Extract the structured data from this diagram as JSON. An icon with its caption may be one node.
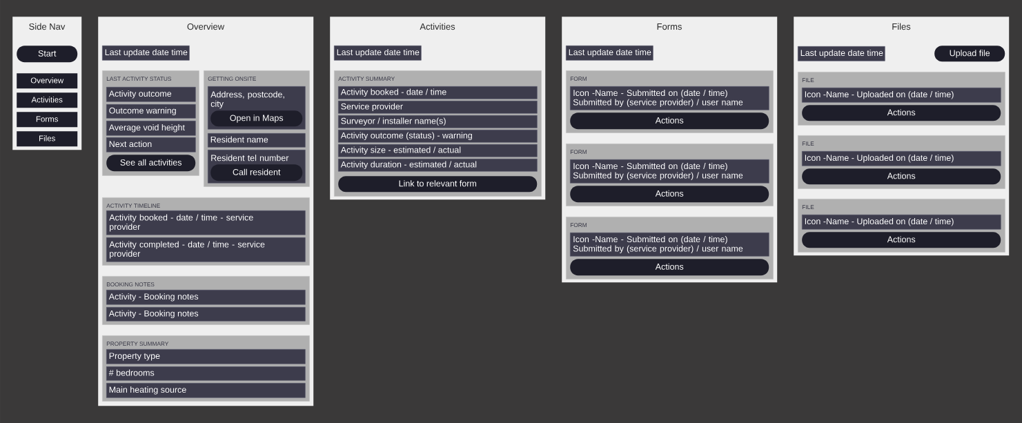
{
  "diagram": {
    "nodes": [
      {
        "text": [
          "Side Nav"
        ]
      },
      {
        "text": [
          "Start"
        ],
        "in": 0
      },
      {
        "text": [
          "Overview"
        ],
        "in": 0
      },
      {
        "text": [
          "Activities"
        ],
        "in": 0
      },
      {
        "text": [
          "Forms"
        ],
        "in": 0
      },
      {
        "text": [
          "Files"
        ],
        "in": 0
      },
      {
        "text": [
          "Overview"
        ]
      },
      {
        "text": [
          "Last update date time"
        ],
        "in": 6
      },
      {
        "text": [
          "LAST ACTIVITY STATUS"
        ],
        "in": 6
      },
      {
        "text": [
          "Activity outcome"
        ],
        "in": 8
      },
      {
        "text": [
          "Outcome warning"
        ],
        "in": 8
      },
      {
        "text": [
          "Average void height"
        ],
        "in": 8
      },
      {
        "text": [
          "Next action"
        ],
        "in": 8
      },
      {
        "text": [
          "See all activities"
        ],
        "in": 8
      },
      {
        "text": [
          "GETTING ONSITE"
        ],
        "in": 6
      },
      {
        "text": [
          "Address, postcode, city"
        ],
        "in": 14
      },
      {
        "text": [
          "Open in Maps"
        ],
        "in": 15
      },
      {
        "text": [
          "Resident name"
        ],
        "in": 14
      },
      {
        "text": [
          "Resident tel number"
        ],
        "in": 14
      },
      {
        "text": [
          "Call resident"
        ],
        "in": 18
      },
      {
        "text": [
          "ACTIVITY TIMELINE"
        ],
        "in": 6
      },
      {
        "text": [
          "Activity booked - date / time - service provider"
        ],
        "in": 20
      },
      {
        "text": [
          "Activity completed - date / time - service provider"
        ],
        "in": 20
      },
      {
        "text": [
          "BOOKING NOTES"
        ],
        "in": 6
      },
      {
        "text": [
          "Activity - Booking notes"
        ],
        "in": 23
      },
      {
        "text": [
          "Activity - Booking notes"
        ],
        "in": 23
      },
      {
        "text": [
          "PROPERTY SUMMARY"
        ],
        "in": 6
      },
      {
        "text": [
          "Property type"
        ],
        "in": 26
      },
      {
        "text": [
          "# bedrooms"
        ],
        "in": 26
      },
      {
        "text": [
          "Main heating source"
        ],
        "in": 26
      },
      {
        "text": [
          "Activities"
        ]
      },
      {
        "text": [
          "Last update date time"
        ],
        "in": 30
      },
      {
        "text": [
          "ACTIVITY SUMMARY"
        ],
        "in": 30
      },
      {
        "text": [
          "Activity booked - date / time"
        ],
        "in": 32
      },
      {
        "text": [
          "Service provider"
        ],
        "in": 32
      },
      {
        "text": [
          "Surveyor / installer name(s)"
        ],
        "in": 32
      },
      {
        "text": [
          "Activity outcome (status) - warning"
        ],
        "in": 32
      },
      {
        "text": [
          "Activity size - estimated / actual"
        ],
        "in": 32
      },
      {
        "text": [
          "Activity duration - estimated / actual"
        ],
        "in": 32
      },
      {
        "text": [
          "Link to relevant form"
        ],
        "in": 32
      },
      {
        "text": [
          "Forms"
        ]
      },
      {
        "text": [
          "Last update date time"
        ],
        "in": 40
      },
      {
        "text": [
          "FORM"
        ],
        "in": 40
      },
      {
        "text": [
          "Icon -Name - Submitted on (date / time)",
          "Submitted by (service provider) / user name"
        ],
        "in": 42
      },
      {
        "text": [
          "Actions"
        ],
        "in": 42
      },
      {
        "text": [
          "FORM"
        ],
        "in": 40
      },
      {
        "text": [
          "Icon -Name - Submitted on (date / time)",
          "Submitted by (service provider) / user name"
        ],
        "in": 45
      },
      {
        "text": [
          "Actions"
        ],
        "in": 45
      },
      {
        "text": [
          "FORM"
        ],
        "in": 40
      },
      {
        "text": [
          "Icon -Name - Submitted on (date / time)",
          "Submitted by (service provider) / user name"
        ],
        "in": 48
      },
      {
        "text": [
          "Actions"
        ],
        "in": 48
      },
      {
        "text": [
          "Files"
        ]
      },
      {
        "text": [
          "Last update date time"
        ],
        "in": 51
      },
      {
        "text": [
          "Upload file"
        ],
        "in": 51
      },
      {
        "text": [
          "FILE"
        ],
        "in": 51
      },
      {
        "text": [
          "Icon -Name - Uploaded on (date / time)"
        ],
        "in": 54
      },
      {
        "text": [
          "Actions"
        ],
        "in": 54
      },
      {
        "text": [
          "FILE"
        ],
        "in": 51
      },
      {
        "text": [
          "Icon -Name - Uploaded on (date / time)"
        ],
        "in": 57
      },
      {
        "text": [
          "Actions"
        ],
        "in": 57
      },
      {
        "text": [
          "FILE"
        ],
        "in": 51
      },
      {
        "text": [
          "Icon -Name - Uploaded on (date / time)"
        ],
        "in": 60
      },
      {
        "text": [
          "Actions"
        ],
        "in": 60
      }
    ]
  }
}
